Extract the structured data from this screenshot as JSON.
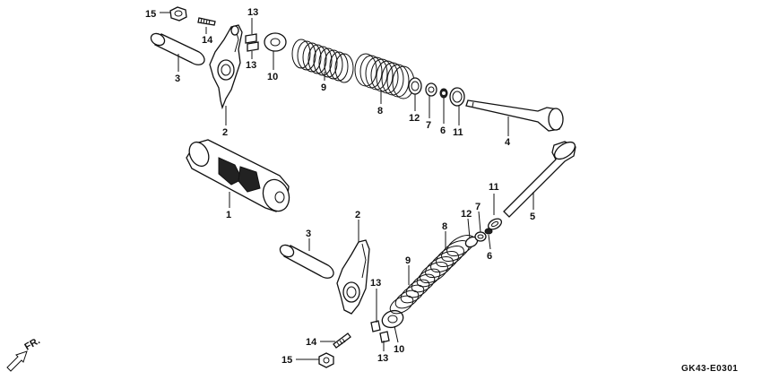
{
  "diagram_code": "GK43-E0301",
  "direction_label": "FR.",
  "callouts": [
    {
      "id": "c15a",
      "text": "15"
    },
    {
      "id": "c14a",
      "text": "14"
    },
    {
      "id": "c13a",
      "text": "13"
    },
    {
      "id": "c13b",
      "text": "13"
    },
    {
      "id": "c10a",
      "text": "10"
    },
    {
      "id": "c3a",
      "text": "3"
    },
    {
      "id": "c2a",
      "text": "2"
    },
    {
      "id": "c9a",
      "text": "9"
    },
    {
      "id": "c8a",
      "text": "8"
    },
    {
      "id": "c12a",
      "text": "12"
    },
    {
      "id": "c7a",
      "text": "7"
    },
    {
      "id": "c6a",
      "text": "6"
    },
    {
      "id": "c11a",
      "text": "11"
    },
    {
      "id": "c4a",
      "text": "4"
    },
    {
      "id": "c1a",
      "text": "1"
    },
    {
      "id": "c11b",
      "text": "11"
    },
    {
      "id": "c5a",
      "text": "5"
    },
    {
      "id": "c8b",
      "text": "8"
    },
    {
      "id": "c12b",
      "text": "12"
    },
    {
      "id": "c7b",
      "text": "7"
    },
    {
      "id": "c6b",
      "text": "6"
    },
    {
      "id": "c3b",
      "text": "3"
    },
    {
      "id": "c2b",
      "text": "2"
    },
    {
      "id": "c9b",
      "text": "9"
    },
    {
      "id": "c13c",
      "text": "13"
    },
    {
      "id": "c14b",
      "text": "14"
    },
    {
      "id": "c15b",
      "text": "15"
    },
    {
      "id": "c10b",
      "text": "10"
    },
    {
      "id": "c13d",
      "text": "13"
    }
  ]
}
